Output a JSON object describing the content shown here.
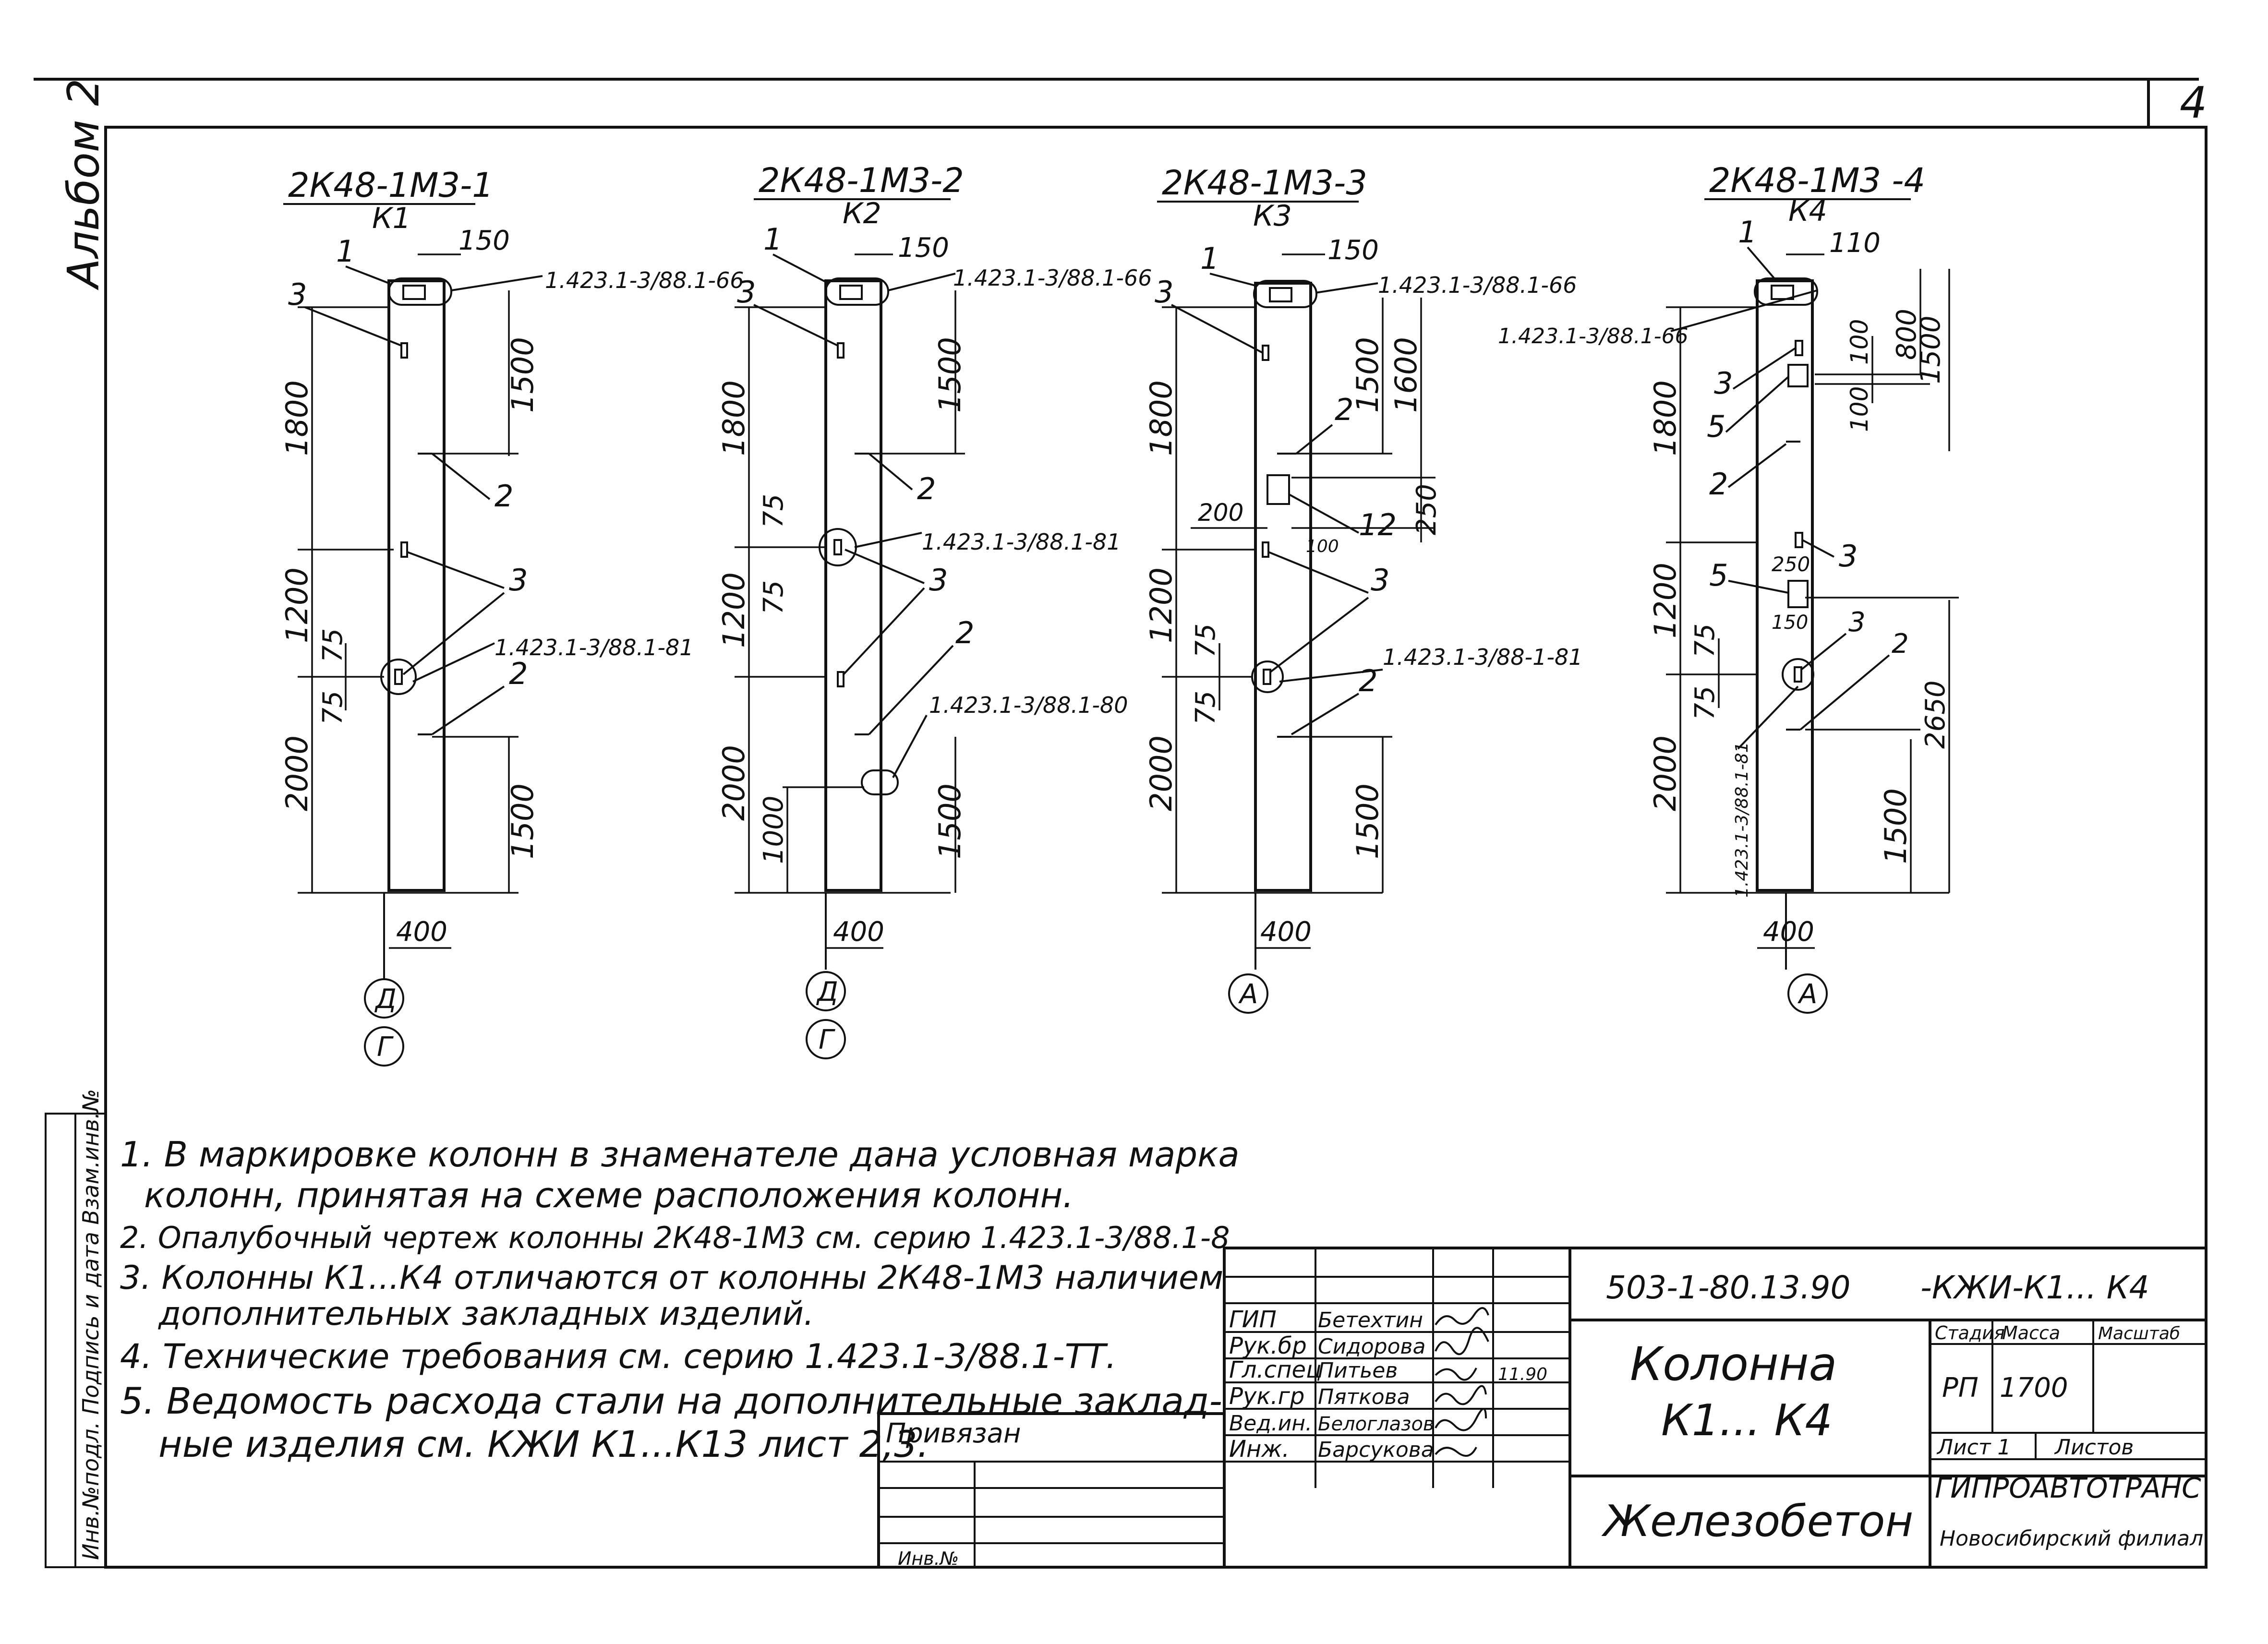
{
  "sheet": {
    "sheet_no": "4",
    "album": "Альбом 2",
    "side_stamp": "Инв.№подл.  Подпись и дата  Взам.инв.№"
  },
  "columns": [
    {
      "mark": "2К48-1М3-1",
      "sub": "К1",
      "dims_left": [
        "1800",
        "1200",
        "2000",
        "75",
        "75"
      ],
      "dims_right": [
        "1500",
        "1500"
      ],
      "top": "150",
      "width": "400",
      "refs": [
        "1.423.1-3/88.1-66",
        "1.423.1-3/88.1-81"
      ],
      "items": [
        "1",
        "3",
        "2",
        "3",
        "2"
      ],
      "axes": [
        "Д",
        "Г"
      ]
    },
    {
      "mark": "2К48-1М3-2",
      "sub": "К2",
      "dims_left": [
        "1800",
        "75",
        "1200",
        "75",
        "2000",
        "1000"
      ],
      "dims_right": [
        "1500",
        "1500"
      ],
      "top": "150",
      "width": "400",
      "refs": [
        "1.423.1-3/88.1-66",
        "1.423.1-3/88.1-81",
        "1.423.1-3/88.1-80"
      ],
      "items": [
        "1",
        "3",
        "2",
        "3",
        "2"
      ],
      "axes": [
        "Д",
        "Г"
      ]
    },
    {
      "mark": "2К48-1М3-3",
      "sub": "К3",
      "dims_left": [
        "1800",
        "1200",
        "75",
        "75",
        "2000"
      ],
      "dims_right": [
        "1500",
        "1600",
        "250",
        "1500"
      ],
      "extra": [
        "200",
        "100"
      ],
      "top": "150",
      "width": "400",
      "refs": [
        "1.423.1-3/88.1-66",
        "1.423.1-3/88-1-81"
      ],
      "items": [
        "1",
        "3",
        "2",
        "12",
        "3",
        "2"
      ],
      "axes": [
        "А"
      ]
    },
    {
      "mark": "2К48-1М3 -4",
      "sub": "К4",
      "dims_left": [
        "1800",
        "1200",
        "75",
        "75",
        "2000"
      ],
      "dims_right": [
        "800",
        "1500",
        "100",
        "100",
        "2650",
        "1500"
      ],
      "extra": [
        "250",
        "150"
      ],
      "top": "110",
      "width": "400",
      "refs": [
        "1.423.1-3/88.1-66",
        "1.423.1-3/88.1-81"
      ],
      "items": [
        "1",
        "3",
        "5",
        "2",
        "3",
        "5",
        "3",
        "2"
      ],
      "axes": [
        "А"
      ]
    }
  ],
  "notes": [
    "1. В маркировке колонн в знаменателе дана условная марка",
    "колонн, принятая на схеме расположения колонн.",
    "2. Опалубочный чертеж колонны 2К48-1М3 см. серию 1.423.1-3/88.1-8",
    "3. Колонны К1...К4 отличаются от колонны 2К48-1М3 наличием",
    "дополнительных закладных изделий.",
    "4. Технические требования см. серию 1.423.1-3/88.1-ТТ.",
    "5. Ведомость расхода стали на дополнительные заклад-",
    "ные изделия см. КЖИ К1...К13 лист 2,3."
  ],
  "title_block": {
    "code": "503-1-80.13.90",
    "doc": "-КЖИ-К1... К4",
    "name_line1": "Колонна",
    "name_line2": "К1... К4",
    "material": "Железобетон",
    "stage_hdr": "Стадия",
    "mass_hdr": "Масса",
    "scale_hdr": "Масштаб",
    "stage": "РП",
    "mass": "1700",
    "sheet_lbl": "Лист 1",
    "sheets_lbl": "Листов",
    "org1": "ГИПРОАВТОТРАНС",
    "org2": "Новосибирский филиал",
    "roles": [
      "ГИП",
      "Рук.бр",
      "Гл.спец",
      "Рук.гр",
      "Вед.ин.",
      "Инж."
    ],
    "names": [
      "Бетехтин",
      "Сидорова",
      "Питьев",
      "Пяткова",
      "Белоглазов",
      "Барсукова"
    ],
    "date": "11.90",
    "bound": "Привязан",
    "bound_sig": "Инв.№"
  }
}
